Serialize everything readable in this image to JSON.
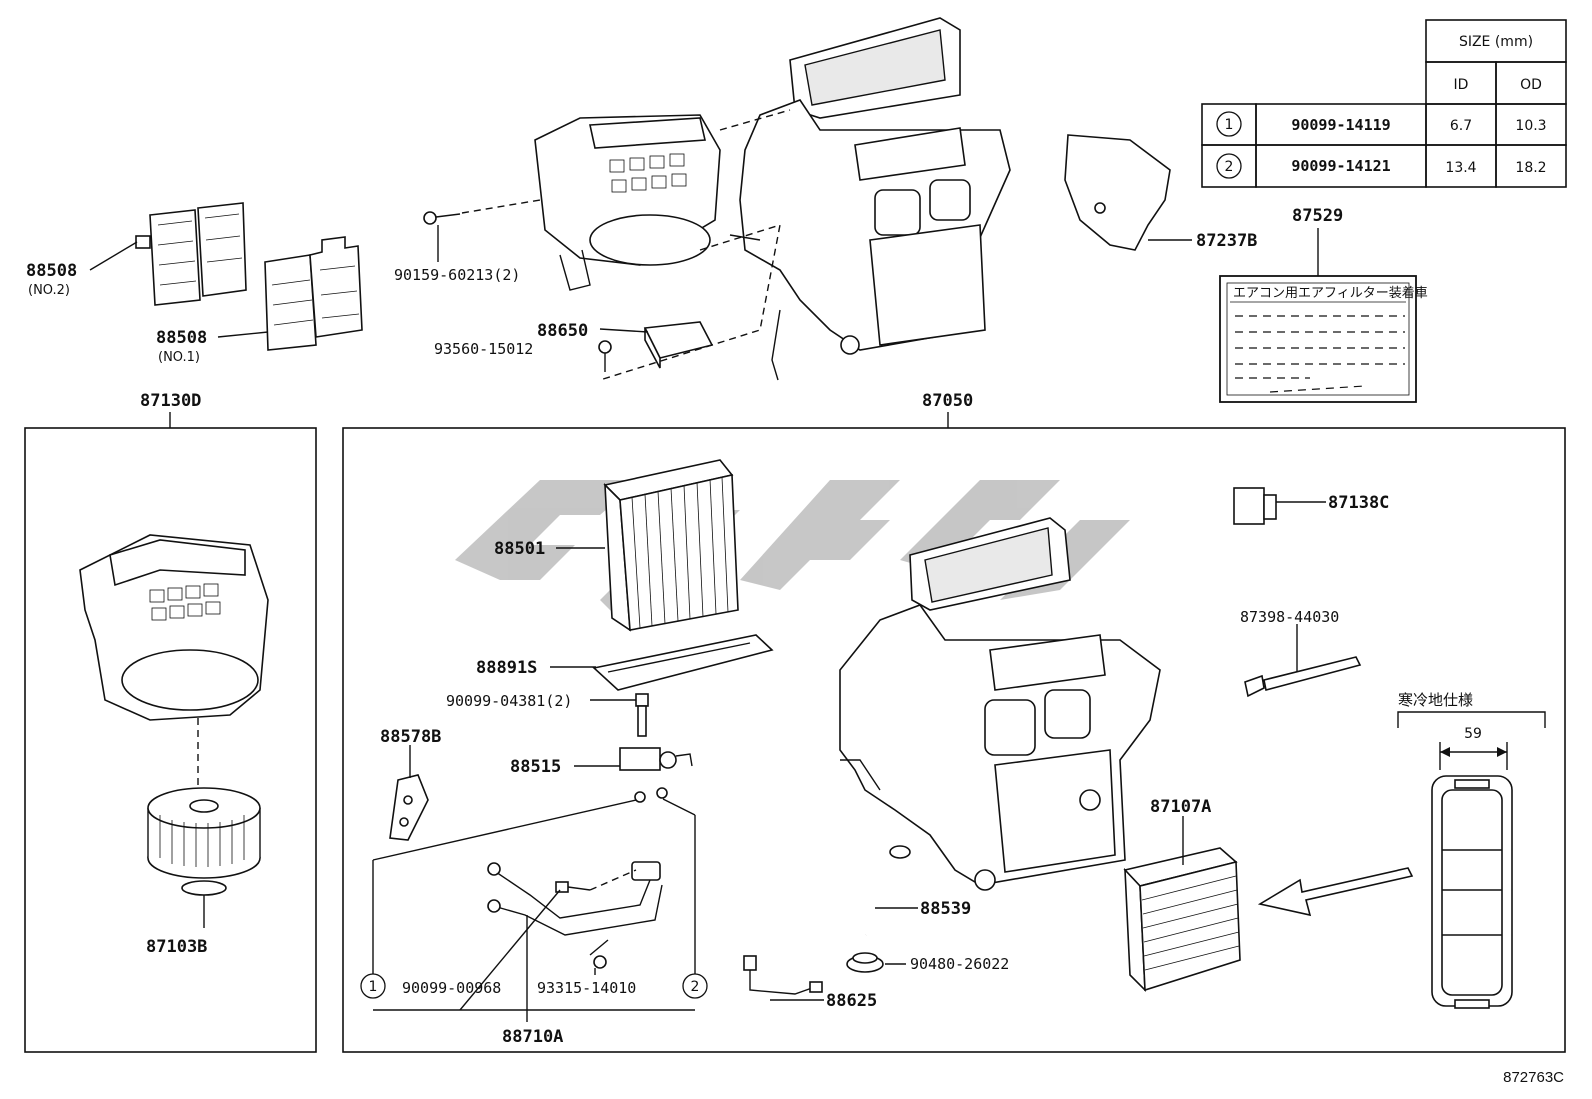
{
  "diagram_id": "872763C",
  "size_table": {
    "header": "SIZE (mm)",
    "col_id": "ID",
    "col_od": "OD",
    "rows": [
      {
        "marker": "1",
        "part": "90099-14119",
        "id": "6.7",
        "od": "10.3"
      },
      {
        "marker": "2",
        "part": "90099-14121",
        "id": "13.4",
        "od": "18.2"
      }
    ]
  },
  "labels": {
    "p88508_no2": "88508",
    "p88508_no2_note": "(NO.2)",
    "p88508_no1": "88508",
    "p88508_no1_note": "(NO.1)",
    "p90159": "90159-60213(2)",
    "p88650": "88650",
    "p93560": "93560-15012",
    "p87237b": "87237B",
    "p87529": "87529",
    "p87130d": "87130D",
    "p87050": "87050",
    "p87103b": "87103B",
    "p88501": "88501",
    "p88891s": "88891S",
    "p90099_04381": "90099-04381(2)",
    "p88578b": "88578B",
    "p88515": "88515",
    "p90099_00968": "90099-00968",
    "p93315": "93315-14010",
    "p88710a": "88710A",
    "p88539": "88539",
    "p90480": "90480-26022",
    "p88625": "88625",
    "p87138c": "87138C",
    "p87398": "87398-44030",
    "p87107a": "87107A",
    "cold_spec": "寒冷地仕様",
    "dim_59": "59",
    "circle_1": "1",
    "circle_2": "2"
  },
  "filter_label_card": {
    "title": "エアコン用エアフィルター装着車"
  }
}
